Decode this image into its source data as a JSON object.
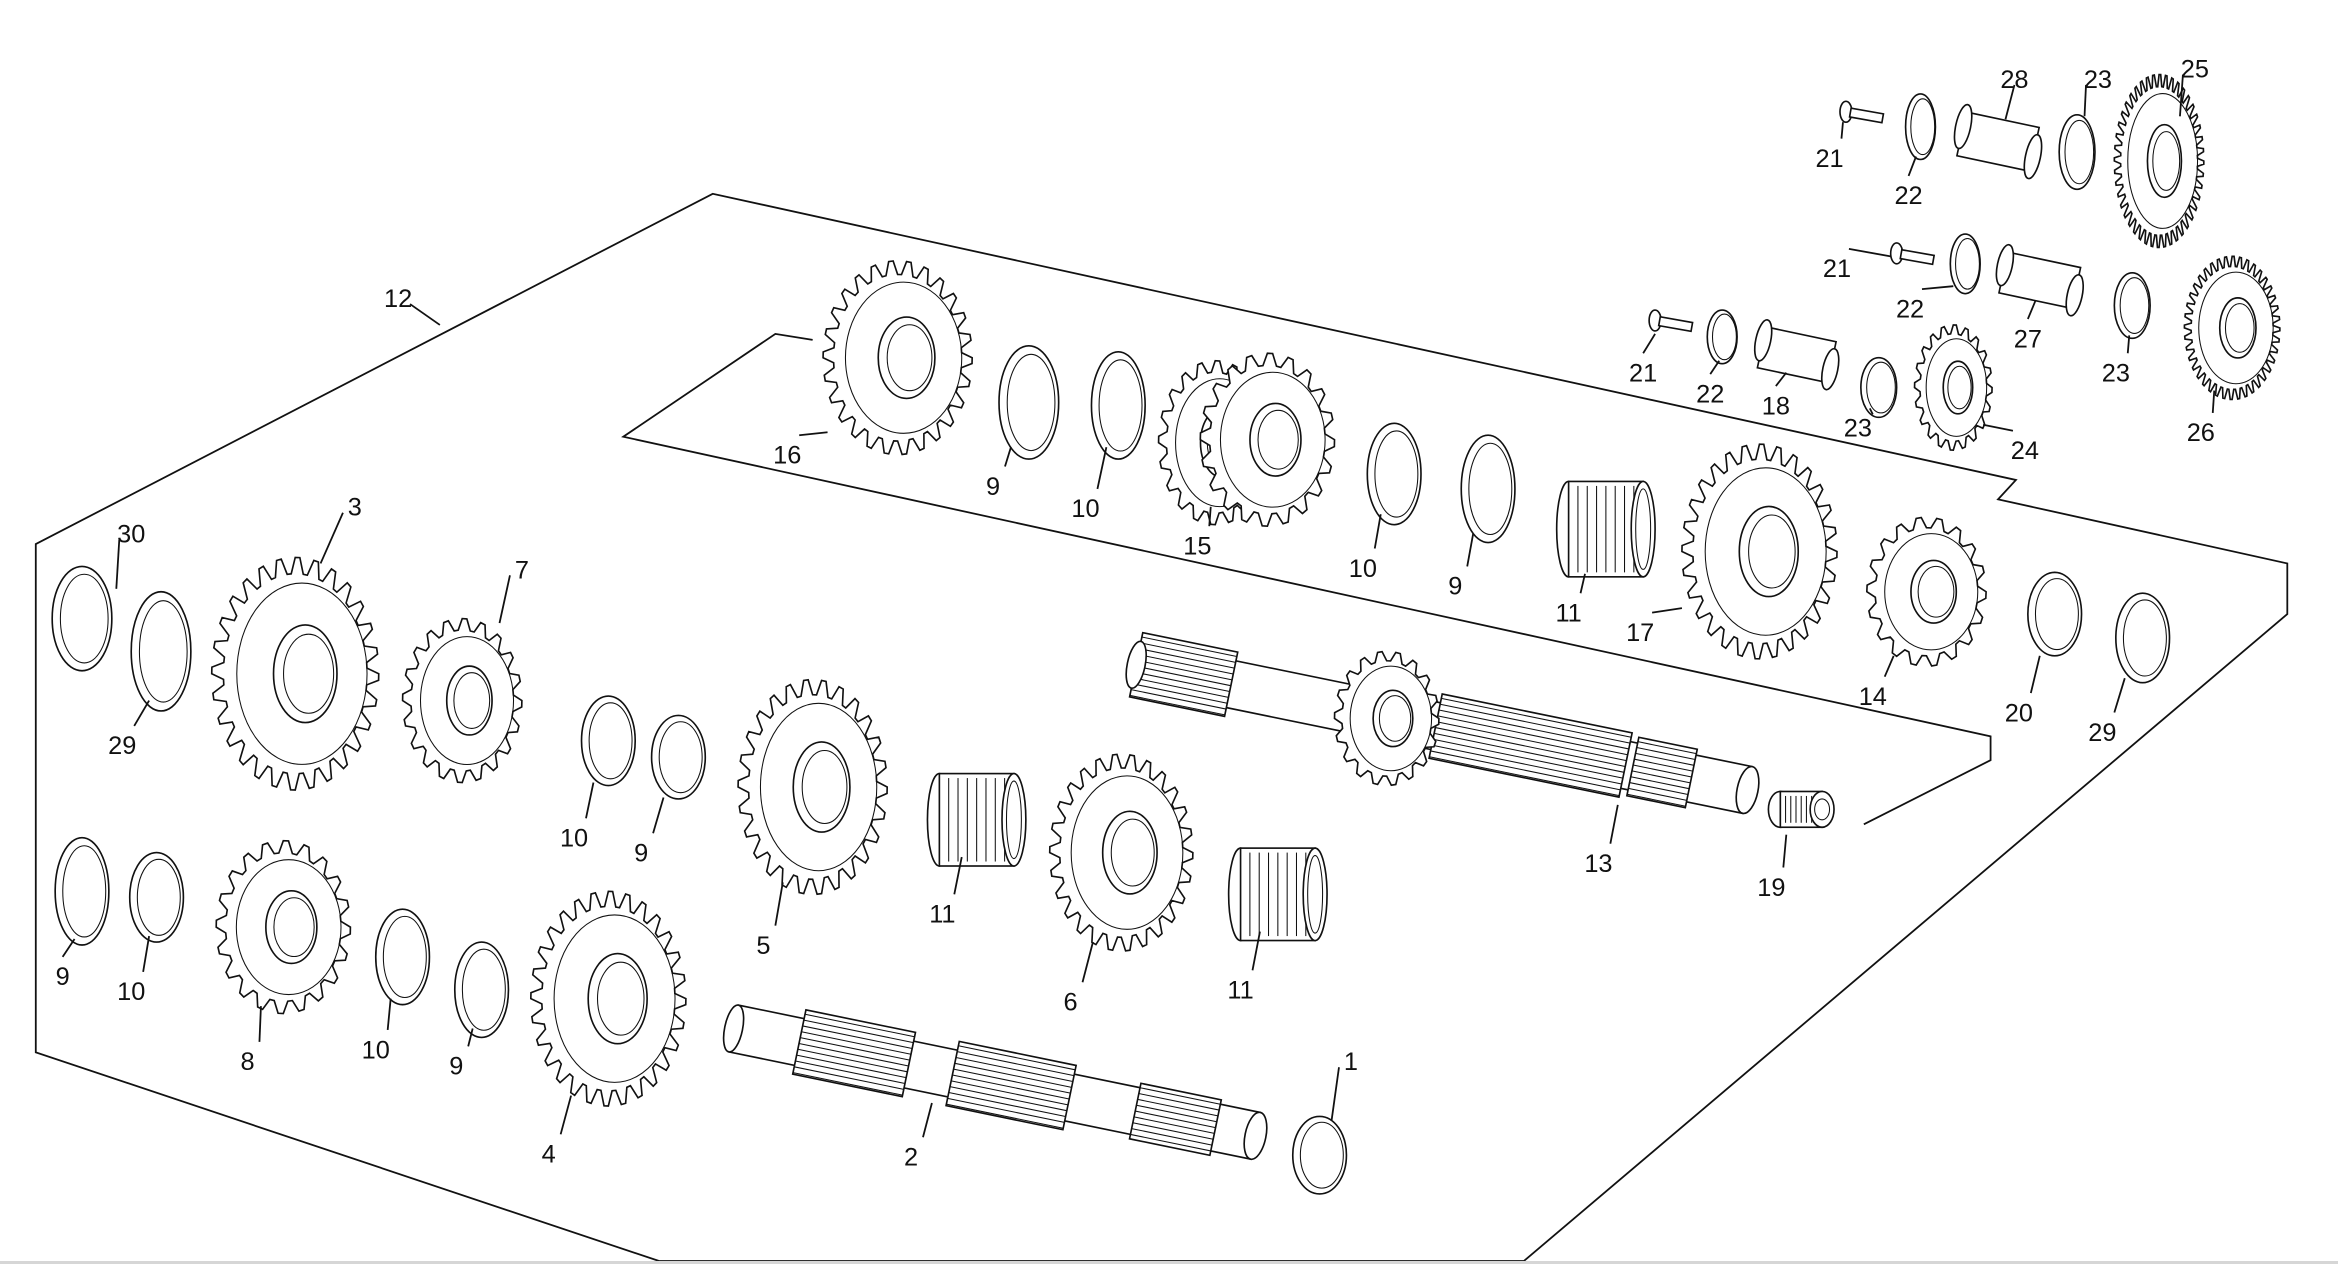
{
  "title": "Gearbox transmission exploded parts diagram",
  "callouts": [
    "30",
    "3",
    "7",
    "29",
    "10",
    "9",
    "5",
    "11",
    "6",
    "11",
    "9",
    "10",
    "8",
    "10",
    "9",
    "4",
    "2",
    "1",
    "12",
    "16",
    "9",
    "10",
    "15",
    "10",
    "9",
    "11",
    "17",
    "14",
    "13",
    "19",
    "20",
    "29",
    "21",
    "22",
    "28",
    "23",
    "25",
    "21",
    "22",
    "27",
    "23",
    "26",
    "21",
    "22",
    "18",
    "23",
    "24"
  ],
  "colors": {
    "line": "#111111",
    "background": "#ffffff"
  }
}
